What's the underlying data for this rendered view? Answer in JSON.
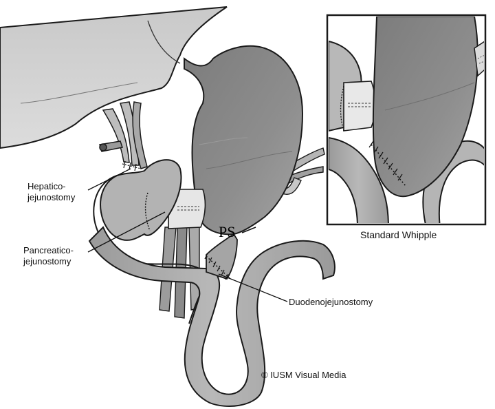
{
  "labels": {
    "hepatico_line1": "Hepatico-",
    "hepatico_line2": "jejunostomy",
    "pancreatico_line1": "Pancreatico-",
    "pancreatico_line2": "jejunostomy",
    "duodeno": "Duodenojejunostomy",
    "ps": "PS"
  },
  "inset": {
    "caption": "Standard Whipple"
  },
  "credit": "© IUSM Visual Media",
  "colors": {
    "organ_dark": "#8c8c8c",
    "organ_mid": "#a9a9a9",
    "organ_light": "#cfcfcf",
    "outline": "#1a1a1a",
    "background": "#ffffff"
  }
}
